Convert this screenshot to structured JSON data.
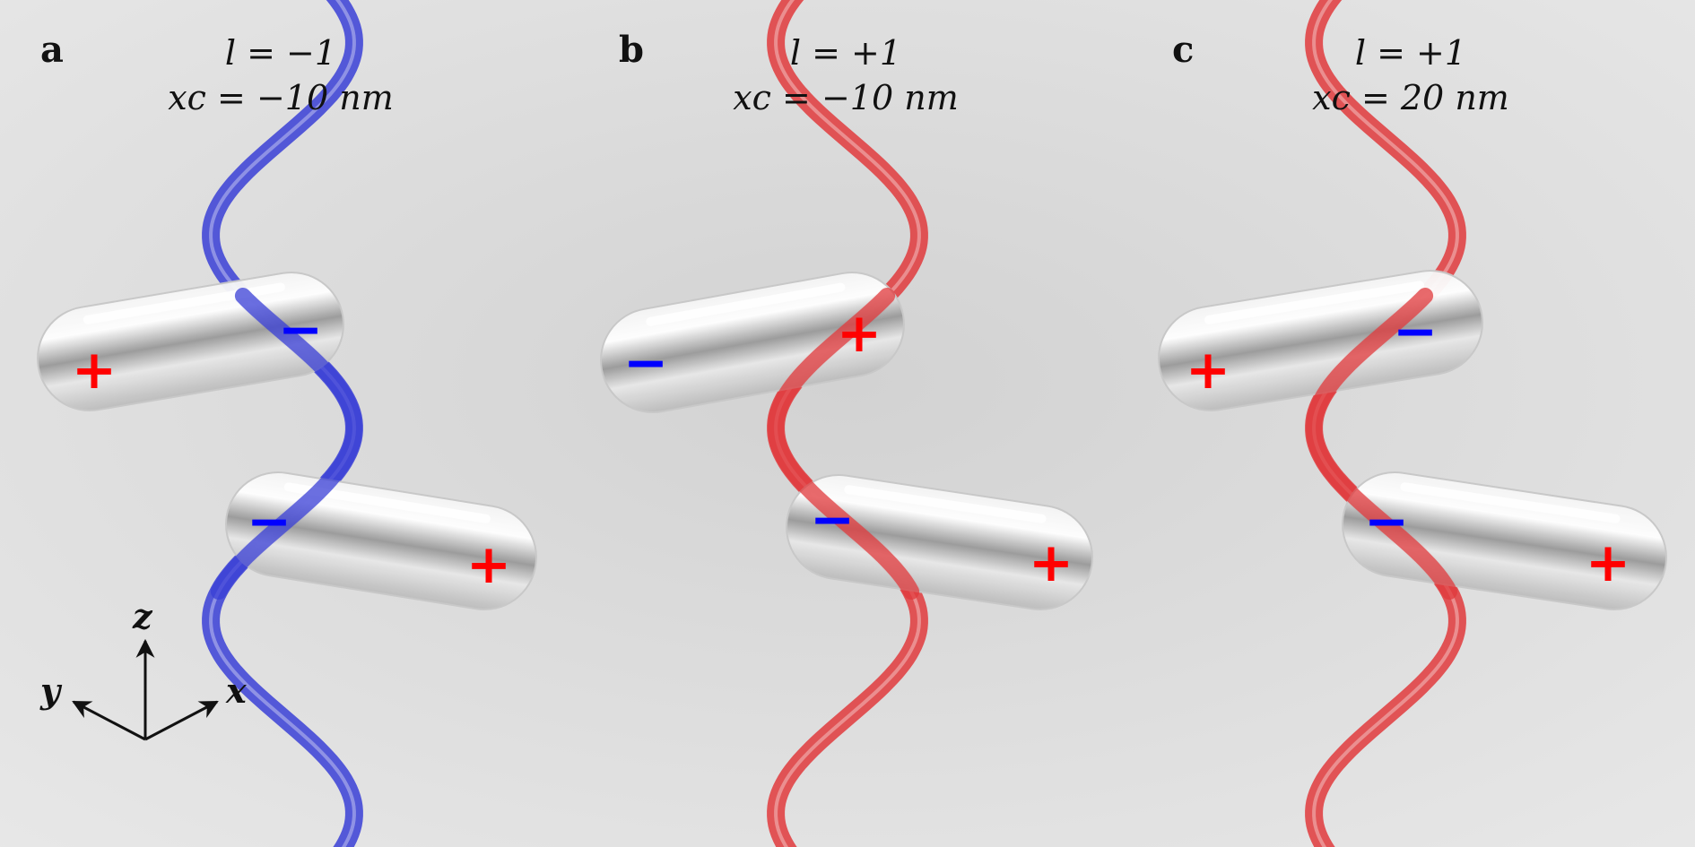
{
  "colors": {
    "helix_negative": "#3a3fd6",
    "helix_positive": "#e0393c",
    "charge_positive": "#ff0000",
    "charge_negative": "#0000ff"
  },
  "panels": [
    {
      "letter": "a",
      "l_line": "l = −1",
      "x_line": "xc = −10 nm",
      "helix_color": "#3a3fd6",
      "charges": [
        "+",
        "−",
        "−",
        "+"
      ]
    },
    {
      "letter": "b",
      "l_line": "l = +1",
      "x_line": "xc = −10 nm",
      "helix_color": "#e0393c",
      "charges": [
        "−",
        "+",
        "−",
        "+"
      ]
    },
    {
      "letter": "c",
      "l_line": "l = +1",
      "x_line": "xc = 20 nm",
      "helix_color": "#e0393c",
      "charges": [
        "+",
        "−",
        "−",
        "+"
      ]
    }
  ],
  "axes": {
    "z_label": "z",
    "y_label": "y",
    "x_label": "x"
  }
}
